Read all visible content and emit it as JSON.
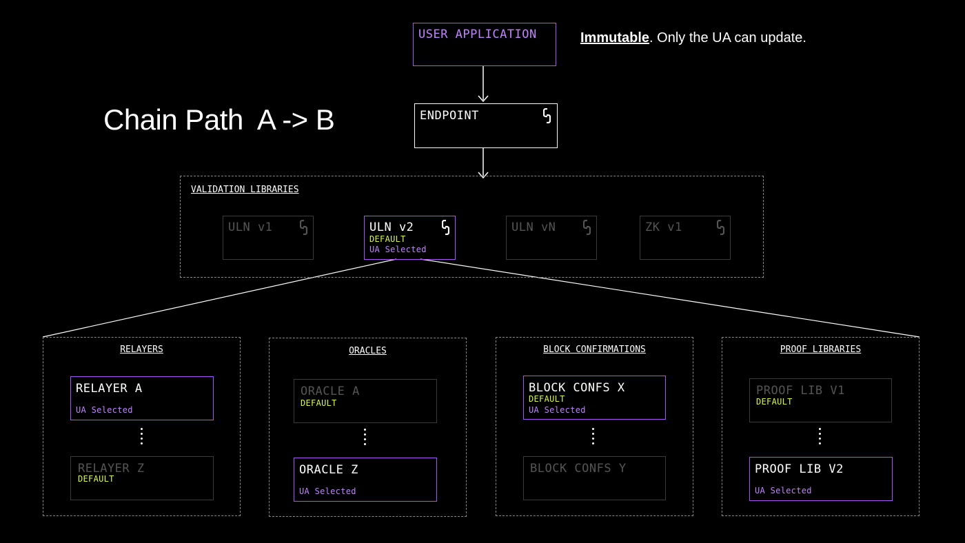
{
  "title": "Chain Path  A -> B",
  "note": {
    "strong": "Immutable",
    "rest": ". Only the UA can update."
  },
  "user_application": "USER APPLICATION",
  "endpoint": "ENDPOINT",
  "validation": {
    "section": "VALIDATION LIBRARIES",
    "libs": [
      {
        "label": "ULN v1"
      },
      {
        "label": "ULN v2",
        "default": "DEFAULT",
        "ua": "UA Selected"
      },
      {
        "label": "ULN vN"
      },
      {
        "label": "ZK v1"
      }
    ]
  },
  "groups": [
    {
      "section": "RELAYERS",
      "top": {
        "label": "RELAYER A",
        "ua": "UA Selected"
      },
      "bottom": {
        "label": "RELAYER Z",
        "default": "DEFAULT"
      }
    },
    {
      "section": "ORACLES",
      "top": {
        "label": "ORACLE A",
        "default": "DEFAULT"
      },
      "bottom": {
        "label": "ORACLE Z",
        "ua": "UA Selected"
      }
    },
    {
      "section": "BLOCK CONFIRMATIONS",
      "top": {
        "label": "BLOCK CONFS X",
        "default": "DEFAULT",
        "ua": "UA Selected"
      },
      "bottom": {
        "label": "BLOCK CONFS Y"
      }
    },
    {
      "section": "PROOF LIBRARIES",
      "top": {
        "label": "PROOF LIB V1",
        "default": "DEFAULT"
      },
      "bottom": {
        "label": "PROOF LIB V2",
        "ua": "UA Selected"
      }
    }
  ],
  "colors": {
    "accent_purple": "#a855f7",
    "default_yellow": "#d9f84a",
    "dim": "#555555",
    "background": "#000000"
  },
  "icons": {
    "upgradeable": "link-chain-icon"
  }
}
